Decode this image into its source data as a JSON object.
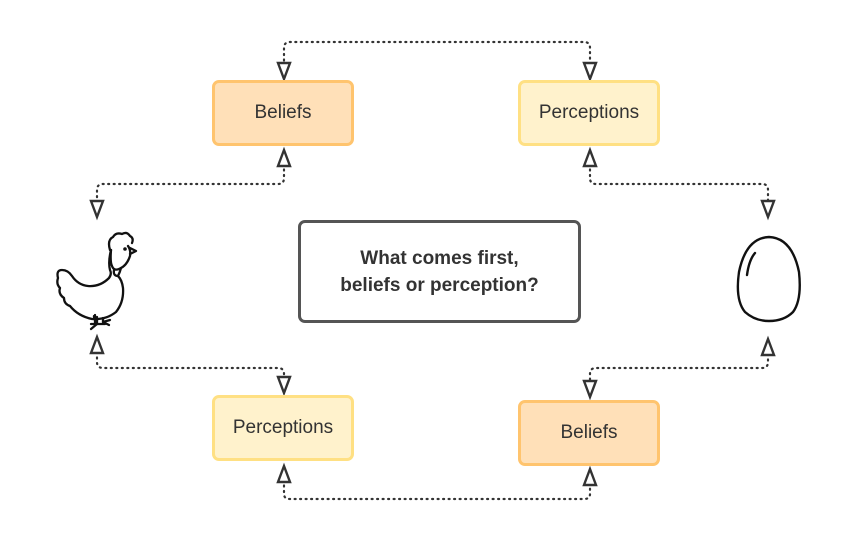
{
  "diagram": {
    "question": {
      "line1": "What comes first,",
      "line2": "beliefs or perception?"
    },
    "nodes": {
      "top_beliefs": "Beliefs",
      "top_perceptions": "Perceptions",
      "bottom_perceptions": "Perceptions",
      "bottom_beliefs": "Beliefs"
    },
    "icons": {
      "left": "chicken-icon",
      "right": "egg-icon"
    },
    "colors": {
      "beliefs_fill": "#ffe0b8",
      "beliefs_border": "#ffc46e",
      "perceptions_fill": "#fff2cc",
      "perceptions_border": "#ffe083",
      "question_border": "#555555",
      "connector": "#333333"
    }
  }
}
